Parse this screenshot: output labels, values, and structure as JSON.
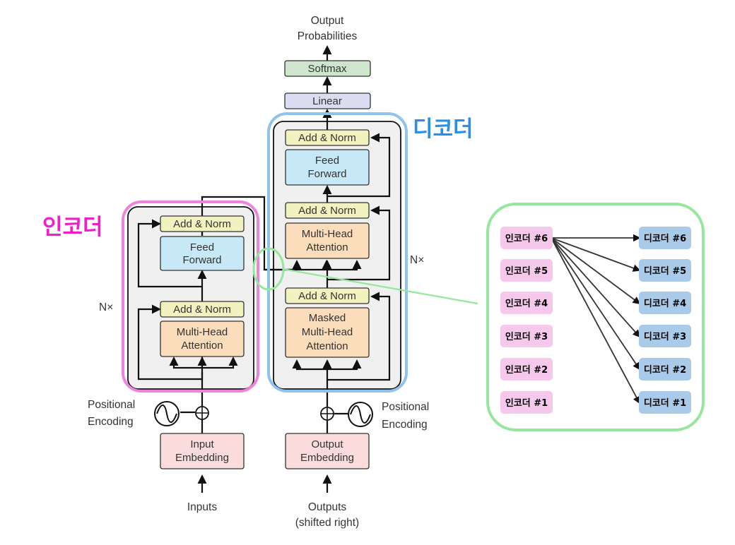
{
  "colors": {
    "encoder_frame": "#ee82dc",
    "decoder_frame": "#8fc3ee",
    "zoom_frame": "#95e89b",
    "encoder_label": "#f21ec7",
    "decoder_label": "#2a8fe6",
    "add_norm": "#f2f2c0",
    "feed_forward": "#c7e8f6",
    "attention": "#fbdcbb",
    "embedding": "#fadcdc",
    "linear": "#dcdcf0",
    "softmax": "#cde6cd",
    "encoder_chip": "#f5c8ec",
    "decoder_chip": "#a9cbe9"
  },
  "labels": {
    "encoder": "인코더",
    "decoder": "디코더",
    "output_probs_line1": "Output",
    "output_probs_line2": "Probabilities",
    "nx_encoder": "N×",
    "nx_decoder": "N×",
    "pos_enc_left_1": "Positional",
    "pos_enc_left_2": "Encoding",
    "pos_enc_right_1": "Positional",
    "pos_enc_right_2": "Encoding",
    "inputs": "Inputs",
    "outputs_1": "Outputs",
    "outputs_2": "(shifted right)"
  },
  "blocks": {
    "softmax": "Softmax",
    "linear": "Linear",
    "enc_add_norm_top": "Add & Norm",
    "enc_ff_1": "Feed",
    "enc_ff_2": "Forward",
    "enc_add_norm_bottom": "Add & Norm",
    "enc_mha_1": "Multi-Head",
    "enc_mha_2": "Attention",
    "input_emb_1": "Input",
    "input_emb_2": "Embedding",
    "dec_add_norm_top": "Add & Norm",
    "dec_ff_1": "Feed",
    "dec_ff_2": "Forward",
    "dec_add_norm_mid": "Add & Norm",
    "dec_mha_1": "Multi-Head",
    "dec_mha_2": "Attention",
    "dec_add_norm_bottom": "Add & Norm",
    "dec_masked_1": "Masked",
    "dec_masked_2": "Multi-Head",
    "dec_masked_3": "Attention",
    "output_emb_1": "Output",
    "output_emb_2": "Embedding"
  },
  "zoom": {
    "encoders": [
      "인코더 #6",
      "인코더 #5",
      "인코더 #4",
      "인코더 #3",
      "인코더 #2",
      "인코더 #1"
    ],
    "decoders": [
      "디코더 #6",
      "디코더 #5",
      "디코더 #4",
      "디코더 #3",
      "디코더 #2",
      "디코더 #1"
    ]
  }
}
